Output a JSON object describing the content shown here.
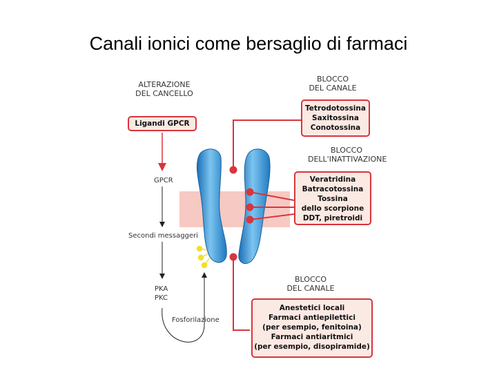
{
  "title": "Canali ionici come bersaglio di farmaci",
  "left": {
    "heading": [
      "ALTERAZIONE",
      "DEL CANCELLO"
    ],
    "ligand_box": "Ligandi GPCR",
    "gpcr": "GPCR",
    "second_messengers": "Secondi messaggeri",
    "kinases": [
      "PKA",
      "PKC"
    ],
    "phosphorylation": "Fosforilazione"
  },
  "right": {
    "block_channel_top": {
      "heading": [
        "BLOCCO",
        "DEL CANALE"
      ],
      "items": [
        "Tetrodotossina",
        "Saxitossina",
        "Conotossina"
      ]
    },
    "block_inactivation": {
      "heading": [
        "BLOCCO",
        "DELL'INATTIVAZIONE"
      ],
      "items": [
        "Veratridina",
        "Batracotossina",
        "Tossina",
        "dello scorpione",
        "DDT, piretroidi"
      ]
    },
    "block_channel_bottom": {
      "heading": [
        "BLOCCO",
        "DEL CANALE"
      ],
      "items": [
        "Anestetici locali",
        "Farmaci antiepilettici",
        "(per esempio, fenitoina)",
        "Farmaci antiaritmici",
        "(per esempio, disopiramide)"
      ]
    }
  },
  "colors": {
    "red": "#d8353c",
    "channel_blue": "#3a9ad9",
    "membrane": "#f6c9c2",
    "phosphate": "#f2df2c"
  }
}
